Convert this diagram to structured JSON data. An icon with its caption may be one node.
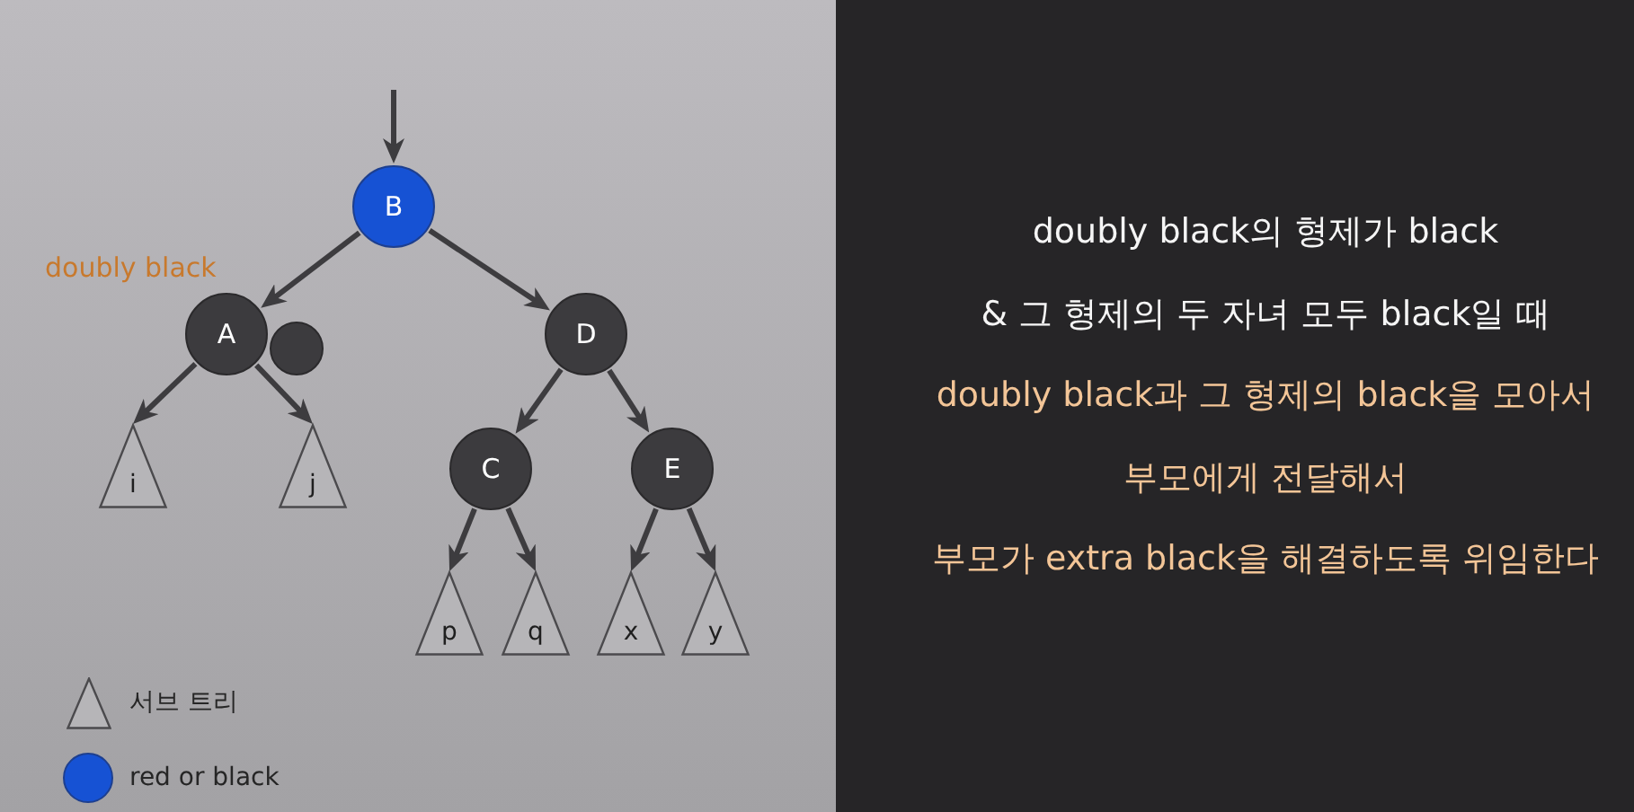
{
  "diagram": {
    "nodes": [
      {
        "text": [
          "B"
        ]
      },
      {
        "text": [
          "A"
        ],
        "beside": [
          "doubly black"
        ]
      },
      {
        "text": [],
        "shape": "circle"
      },
      {
        "text": [
          "D"
        ]
      },
      {
        "text": [
          "i"
        ]
      },
      {
        "text": [
          "j"
        ]
      },
      {
        "text": [
          "C"
        ]
      },
      {
        "text": [
          "E"
        ]
      },
      {
        "text": [
          "p"
        ]
      },
      {
        "text": [
          "q"
        ]
      },
      {
        "text": [
          "x"
        ]
      },
      {
        "text": [
          "y"
        ]
      }
    ],
    "edges": [
      {
        "from": null,
        "to": 0,
        "arrow": "to"
      },
      {
        "from": 0,
        "to": 1,
        "arrow": "to"
      },
      {
        "from": 0,
        "to": 3,
        "arrow": "to"
      },
      {
        "from": 1,
        "to": 4,
        "arrow": "to"
      },
      {
        "from": 1,
        "to": 5,
        "arrow": "to"
      },
      {
        "from": 3,
        "to": 6,
        "arrow": "to"
      },
      {
        "from": 3,
        "to": 7,
        "arrow": "to"
      },
      {
        "from": 6,
        "to": 8,
        "arrow": "to"
      },
      {
        "from": 6,
        "to": 9,
        "arrow": "to"
      },
      {
        "from": 7,
        "to": 10,
        "arrow": "to"
      },
      {
        "from": 7,
        "to": 11,
        "arrow": "to"
      }
    ],
    "labels": [
      "doubly black의 형제가 black",
      "& 그 형제의 두 자녀 모두 black일 때",
      "doubly black과 그 형제의 black을 모아서",
      "부모에게 전달해서",
      "부모가 extra black을 해결하도록 위임한다"
    ],
    "legend": [
      {
        "text": "서브 트리"
      },
      {
        "text": "red or black",
        "color": "#1652d4"
      }
    ]
  }
}
